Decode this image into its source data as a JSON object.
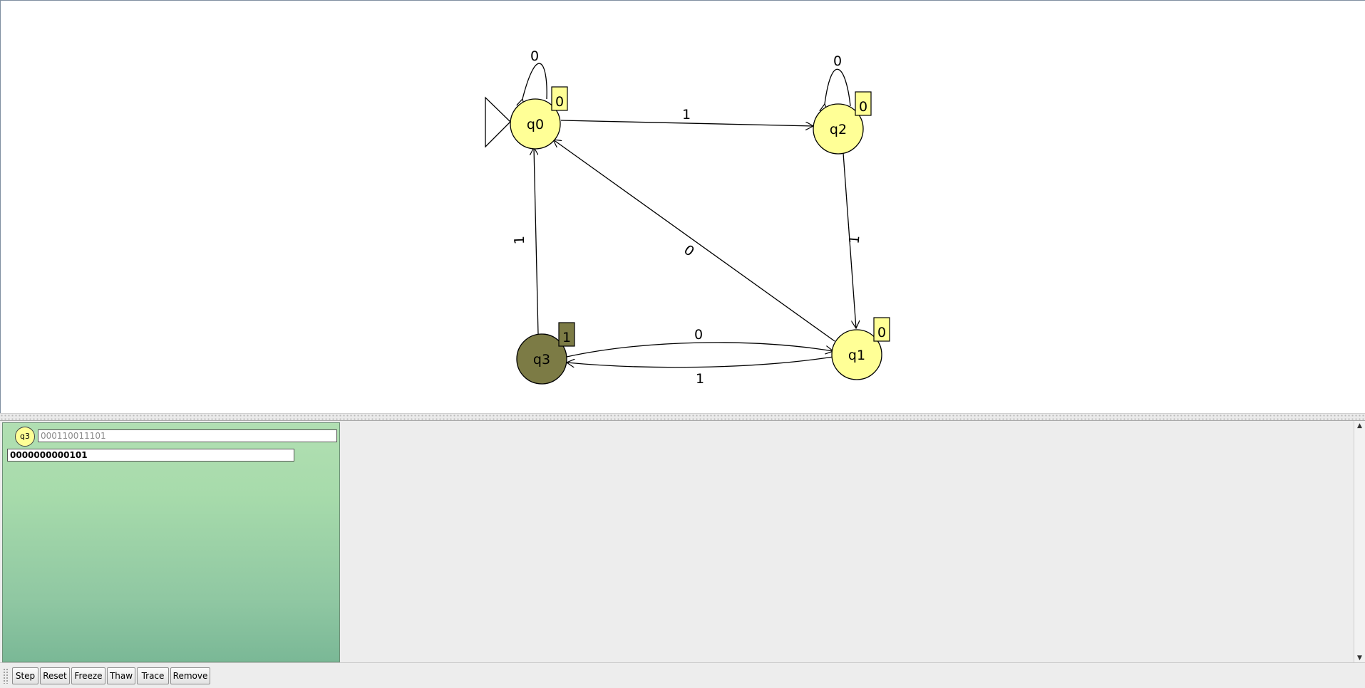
{
  "automaton": {
    "states": [
      {
        "id": "q0",
        "label": "q0",
        "output": "0",
        "initial": true,
        "highlighted": false
      },
      {
        "id": "q1",
        "label": "q1",
        "output": "0",
        "initial": false,
        "highlighted": false
      },
      {
        "id": "q2",
        "label": "q2",
        "output": "0",
        "initial": false,
        "highlighted": false
      },
      {
        "id": "q3",
        "label": "q3",
        "output": "1",
        "initial": false,
        "highlighted": true
      }
    ],
    "transitions": [
      {
        "from": "q0",
        "to": "q0",
        "label": "0"
      },
      {
        "from": "q2",
        "to": "q2",
        "label": "0"
      },
      {
        "from": "q0",
        "to": "q2",
        "label": "1"
      },
      {
        "from": "q2",
        "to": "q1",
        "label": "1"
      },
      {
        "from": "q1",
        "to": "q0",
        "label": "0"
      },
      {
        "from": "q3",
        "to": "q0",
        "label": "1"
      },
      {
        "from": "q3",
        "to": "q1",
        "label": "0"
      },
      {
        "from": "q1",
        "to": "q3",
        "label": "1"
      }
    ]
  },
  "simulator": {
    "current_state": "q3",
    "remaining_input": "000110011101",
    "output_tape": "0000000000101"
  },
  "toolbar": {
    "step": "Step",
    "reset": "Reset",
    "freeze": "Freeze",
    "thaw": "Thaw",
    "trace": "Trace",
    "remove": "Remove"
  },
  "colors": {
    "state_fill": "#ffff96",
    "state_highlight_fill": "#7c7b45",
    "panel_green": "#a7dbab"
  }
}
